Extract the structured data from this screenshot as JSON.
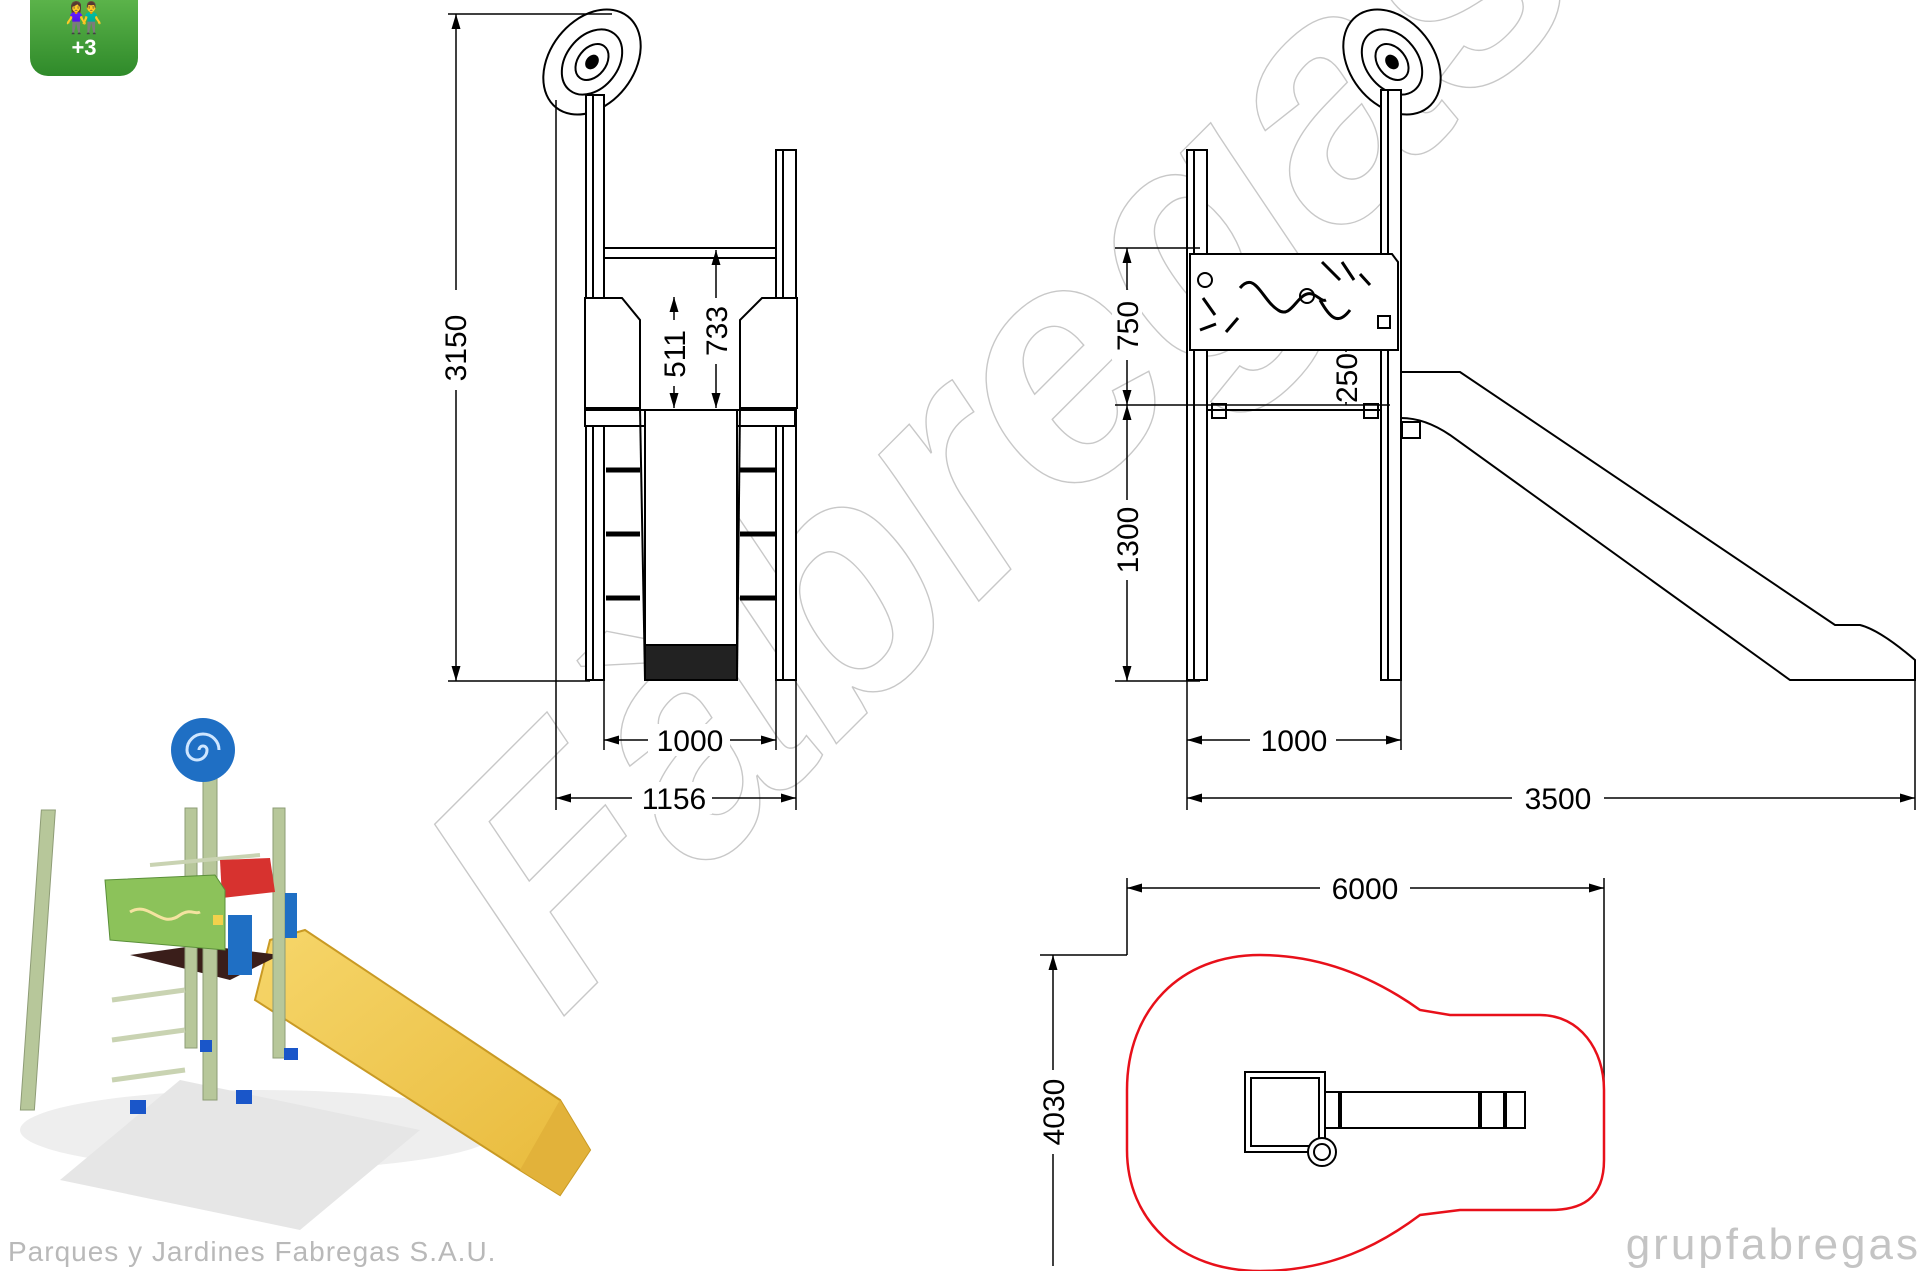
{
  "badge": {
    "age_label": "+3",
    "icon": "children-icon"
  },
  "watermark": {
    "text": "Fàbregas"
  },
  "front_view": {
    "dimensions": {
      "total_height": "3150",
      "panel_height_inner": "511",
      "panel_height_outer": "733",
      "inner_width": "1000",
      "outer_width": "1156"
    }
  },
  "side_view": {
    "dimensions": {
      "panel_height": "750",
      "panel_gap": "250",
      "platform_height": "1300",
      "tower_width": "1000",
      "total_length": "3500"
    }
  },
  "plan_view": {
    "dimensions": {
      "safety_area_length": "6000",
      "safety_area_width": "4030"
    },
    "colors": {
      "safety_area_outline": "#e8101a"
    }
  },
  "footer": {
    "company": "Parques y Jardines Fabregas S.A.U.",
    "website": "grupfabregas"
  },
  "colors": {
    "slide": "#f2c84b",
    "post": "#b7c79a",
    "panel_green": "#8cc25a",
    "panel_red": "#d7322f",
    "sign_blue": "#1f6fc4",
    "feet_blue": "#1a56c9",
    "deck": "#3a1e1a"
  }
}
